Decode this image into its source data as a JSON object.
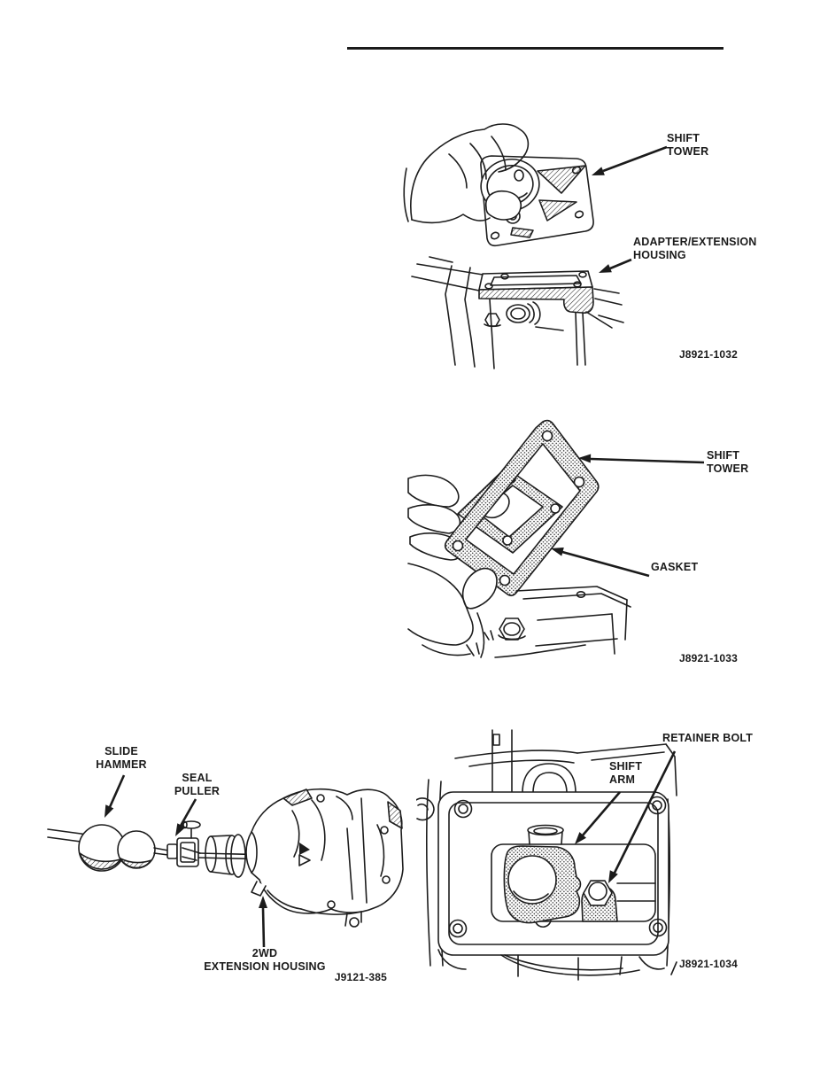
{
  "page": {
    "type": "service-manual-page",
    "background": "#ffffff",
    "ink": "#1d1d1d"
  },
  "figures": [
    {
      "name": "shift-tower-and-adapter-housing",
      "fig_id": "J8921-1032",
      "labels": [
        {
          "name": "shift-tower",
          "text": "SHIFT\nTOWER"
        },
        {
          "name": "adapter-extension-housing",
          "text": "ADAPTER/EXTENSION\nHOUSING"
        }
      ]
    },
    {
      "name": "shift-tower-gasket",
      "fig_id": "J8921-1033",
      "labels": [
        {
          "name": "shift-tower",
          "text": "SHIFT\nTOWER"
        },
        {
          "name": "gasket",
          "text": "GASKET"
        }
      ]
    },
    {
      "name": "seal-removal-2wd-extension-housing",
      "fig_id": "J9121-385",
      "labels": [
        {
          "name": "slide-hammer",
          "text": "SLIDE\nHAMMER"
        },
        {
          "name": "seal-puller",
          "text": "SEAL\nPULLER"
        },
        {
          "name": "2wd-extension-housing",
          "text": "2WD\nEXTENSION HOUSING"
        }
      ]
    },
    {
      "name": "shift-arm-and-retainer-bolt",
      "fig_id": "J8921-1034",
      "labels": [
        {
          "name": "retainer-bolt",
          "text": "RETAINER BOLT"
        },
        {
          "name": "shift-arm",
          "text": "SHIFT\nARM"
        }
      ]
    }
  ]
}
